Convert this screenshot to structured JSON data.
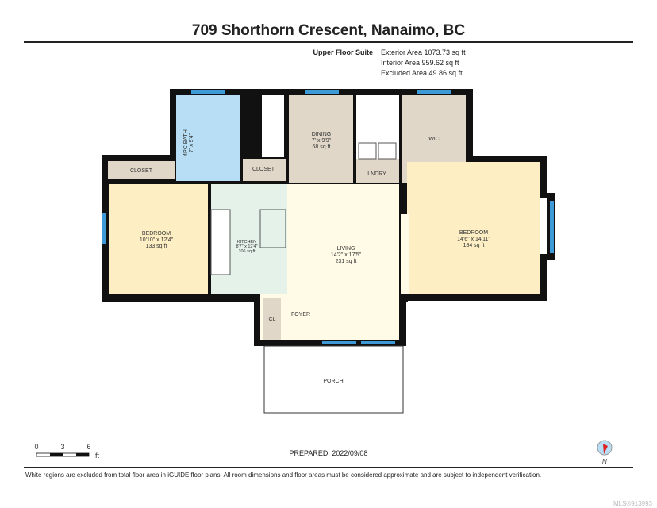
{
  "title": "709 Shorthorn Crescent, Nanaimo, BC",
  "suite": "Upper Floor Suite",
  "areas": {
    "exterior": "Exterior Area 1073.73 sq ft",
    "interior": "Interior Area 959.62 sq ft",
    "excluded": "Excluded Area 49.86 sq ft"
  },
  "rooms": {
    "bath": {
      "name": "4PC BATH",
      "dims": "7' x 9'4\""
    },
    "closet1": {
      "name": "CLOSET"
    },
    "closet2": {
      "name": "CLOSET"
    },
    "dining": {
      "name": "DINING",
      "dims": "7' x 9'9\"",
      "area": "68 sq ft"
    },
    "laundry": {
      "name": "LNDRY"
    },
    "wic": {
      "name": "WIC"
    },
    "bedroom1": {
      "name": "BEDROOM",
      "dims": "10'10\" x 12'4\"",
      "area": "133 sq ft"
    },
    "kitchen": {
      "name": "KITCHEN",
      "dims": "8'7\" x 12'4\"",
      "area": "106 sq ft"
    },
    "living": {
      "name": "LIVING",
      "dims": "14'2\" x 17'5\"",
      "area": "231 sq ft"
    },
    "bedroom2": {
      "name": "BEDROOM",
      "dims": "14'6\" x 14'11\"",
      "area": "184 sq ft"
    },
    "foyer": {
      "name": "FOYER"
    },
    "cl": {
      "name": "CL"
    },
    "porch": {
      "name": "PORCH"
    }
  },
  "scale": {
    "t0": "0",
    "t3": "3",
    "t6": "6",
    "unit": "ft"
  },
  "compass": {
    "label": "N"
  },
  "prepared": "PREPARED: 2022/09/08",
  "disclaimer": "White regions are excluded from total floor area in iGUIDE floor plans. All room dimensions and floor areas must be considered approximate and are subject to independent verification.",
  "watermark": "MLS®913993",
  "colors": {
    "wall": "#111111",
    "window": "#3d9ad6",
    "bedroom": "#fdefc3",
    "living": "#fffbe6",
    "kitchen": "#e4f2ea",
    "bath": "#b7def5",
    "closet": "#e0d7c8"
  }
}
